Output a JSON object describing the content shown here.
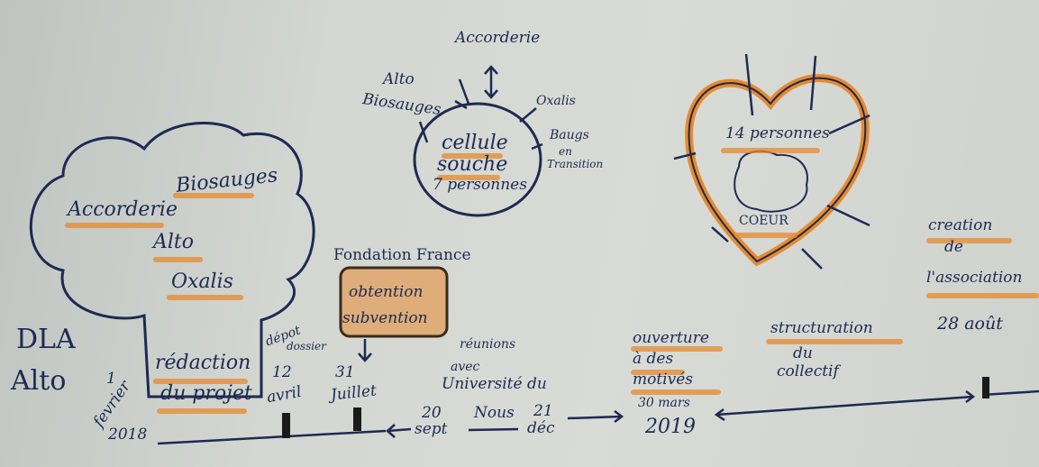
{
  "top": {
    "accorderie": "Accorderie",
    "alto": "Alto",
    "biosauges": "Biosauges",
    "oxalis": "Oxalis",
    "cellule_l1": "cellule",
    "cellule_l2": "souche",
    "cellule_l3": "7 personnes",
    "baugs_l1": "Baugs",
    "baugs_l2": "en",
    "baugs_l3": "Transition"
  },
  "cloud": {
    "biosauges": "Biosauges",
    "accorderie": "Accorderie",
    "alto": "Alto",
    "oxalis": "Oxalis",
    "redaction_l1": "rédaction",
    "redaction_l2": "du projet"
  },
  "left": {
    "dla": "DLA",
    "alto": "Alto",
    "date_l1": "1",
    "date_l2": "fevrier",
    "date_year": "2018"
  },
  "events": {
    "depot_l1": "dépot",
    "depot_l2": "dossier",
    "avril_day": "12",
    "avril_month": "avril",
    "fondation": "Fondation France",
    "obtention_l1": "obtention",
    "obtention_l2": "subvention",
    "juillet_day": "31",
    "juillet_month": "Juillet",
    "reunions_l1": "réunions",
    "reunions_l2": "avec",
    "reunions_l3": "Université du",
    "nous": "Nous",
    "sept_day": "20",
    "sept_month": "sept",
    "dec_day": "21",
    "dec_month": "déc",
    "ouverture_l1": "ouverture",
    "ouverture_l2": "à des",
    "ouverture_l3": "motivés",
    "mars": "30 mars",
    "year": "2019",
    "structuration_l1": "structuration",
    "structuration_l2": "du",
    "structuration_l3": "collectif",
    "creation_l1": "creation",
    "creation_l2": "de",
    "creation_l3": "l'association",
    "aout": "28 août"
  },
  "heart": {
    "personnes": "14 personnes",
    "coeur": "COEUR"
  },
  "colors": {
    "ink": "#1d2a52",
    "highlight": "#e58a2f"
  }
}
